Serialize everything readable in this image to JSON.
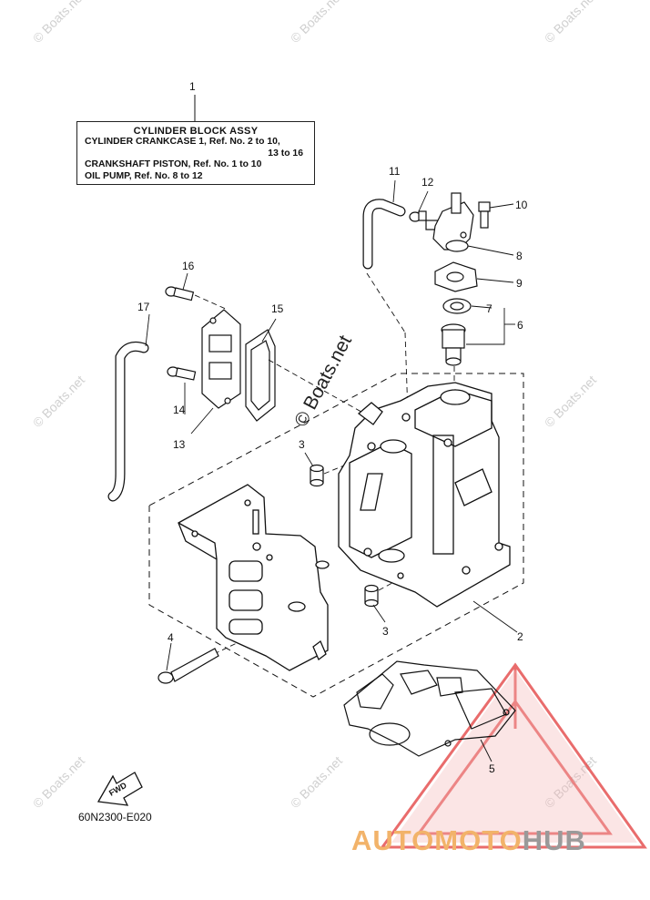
{
  "legend": {
    "title": "CYLINDER BLOCK ASSY",
    "line1": "CYLINDER CRANKCASE 1,  Ref. No. 2 to 10,",
    "line2": "13  to  16",
    "line3": "CRANKSHAFT PISTON,  Ref. No. 1 to 10",
    "line4": "OIL PUMP,  Ref. No. 8 to 12"
  },
  "callouts": {
    "c1": "1",
    "c2": "2",
    "c3a": "3",
    "c3b": "3",
    "c4": "4",
    "c5": "5",
    "c6": "6",
    "c7": "7",
    "c8": "8",
    "c9": "9",
    "c10": "10",
    "c11": "11",
    "c12": "12",
    "c13": "13",
    "c14": "14",
    "c15": "15",
    "c16": "16",
    "c17": "17"
  },
  "fwd_label": "FWD",
  "part_number": "60N2300-E020",
  "watermark_center": "© Boats.net",
  "watermark_small": "© Boats.net",
  "logo": {
    "part1": "AUTOMOTO",
    "part2": "HUB"
  },
  "colors": {
    "logo_orange": "#f2b36a",
    "logo_gray": "#9a9a9a",
    "logo_triangle": "#e23b3b",
    "line": "#111111"
  }
}
